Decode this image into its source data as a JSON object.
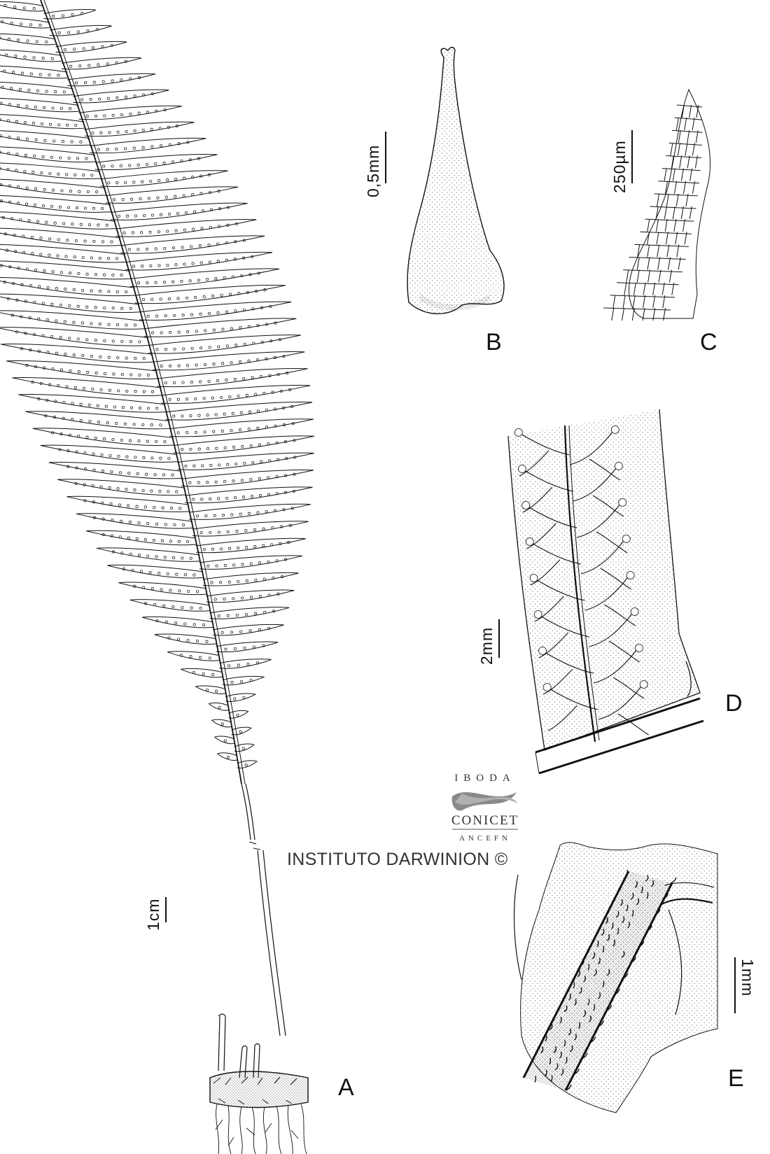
{
  "panels": {
    "a": "A",
    "b": "B",
    "c": "C",
    "d": "D",
    "e": "E"
  },
  "scale_bars": {
    "a": "1cm",
    "b": "0,5mm",
    "c": "250µm",
    "d": "2mm",
    "e": "1mm"
  },
  "logo": {
    "top": "IBODA",
    "middle": "CONICET",
    "bottom": "ANCEFN"
  },
  "credit": "INSTITUTO DARWINION ©",
  "colors": {
    "ink": "#111111",
    "logo_grey": "#8a8a8a",
    "background": "#ffffff"
  }
}
